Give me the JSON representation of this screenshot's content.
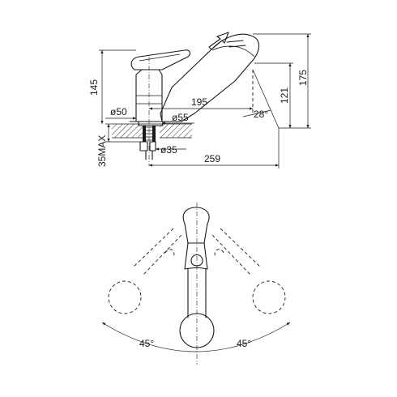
{
  "dimensions": {
    "height_body": "145",
    "height_total": "175",
    "height_spout": "121",
    "reach": "195",
    "angle_spout": "28°",
    "diameter_body": "ø50",
    "diameter_base": "ø55",
    "diameter_hole": "ø35",
    "mount_max": "35MAX",
    "overall_length": "259",
    "swivel_left": "45°",
    "swivel_right": "45°"
  }
}
